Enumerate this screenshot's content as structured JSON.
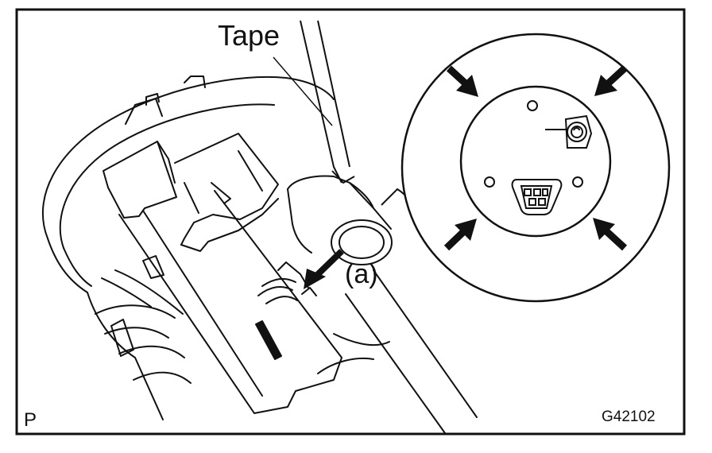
{
  "labels": {
    "tape": "Tape",
    "callout_a": "(a)",
    "corner_mark": "P",
    "figure_code": "G42102"
  },
  "colors": {
    "line": "#111111",
    "background": "#ffffff"
  }
}
